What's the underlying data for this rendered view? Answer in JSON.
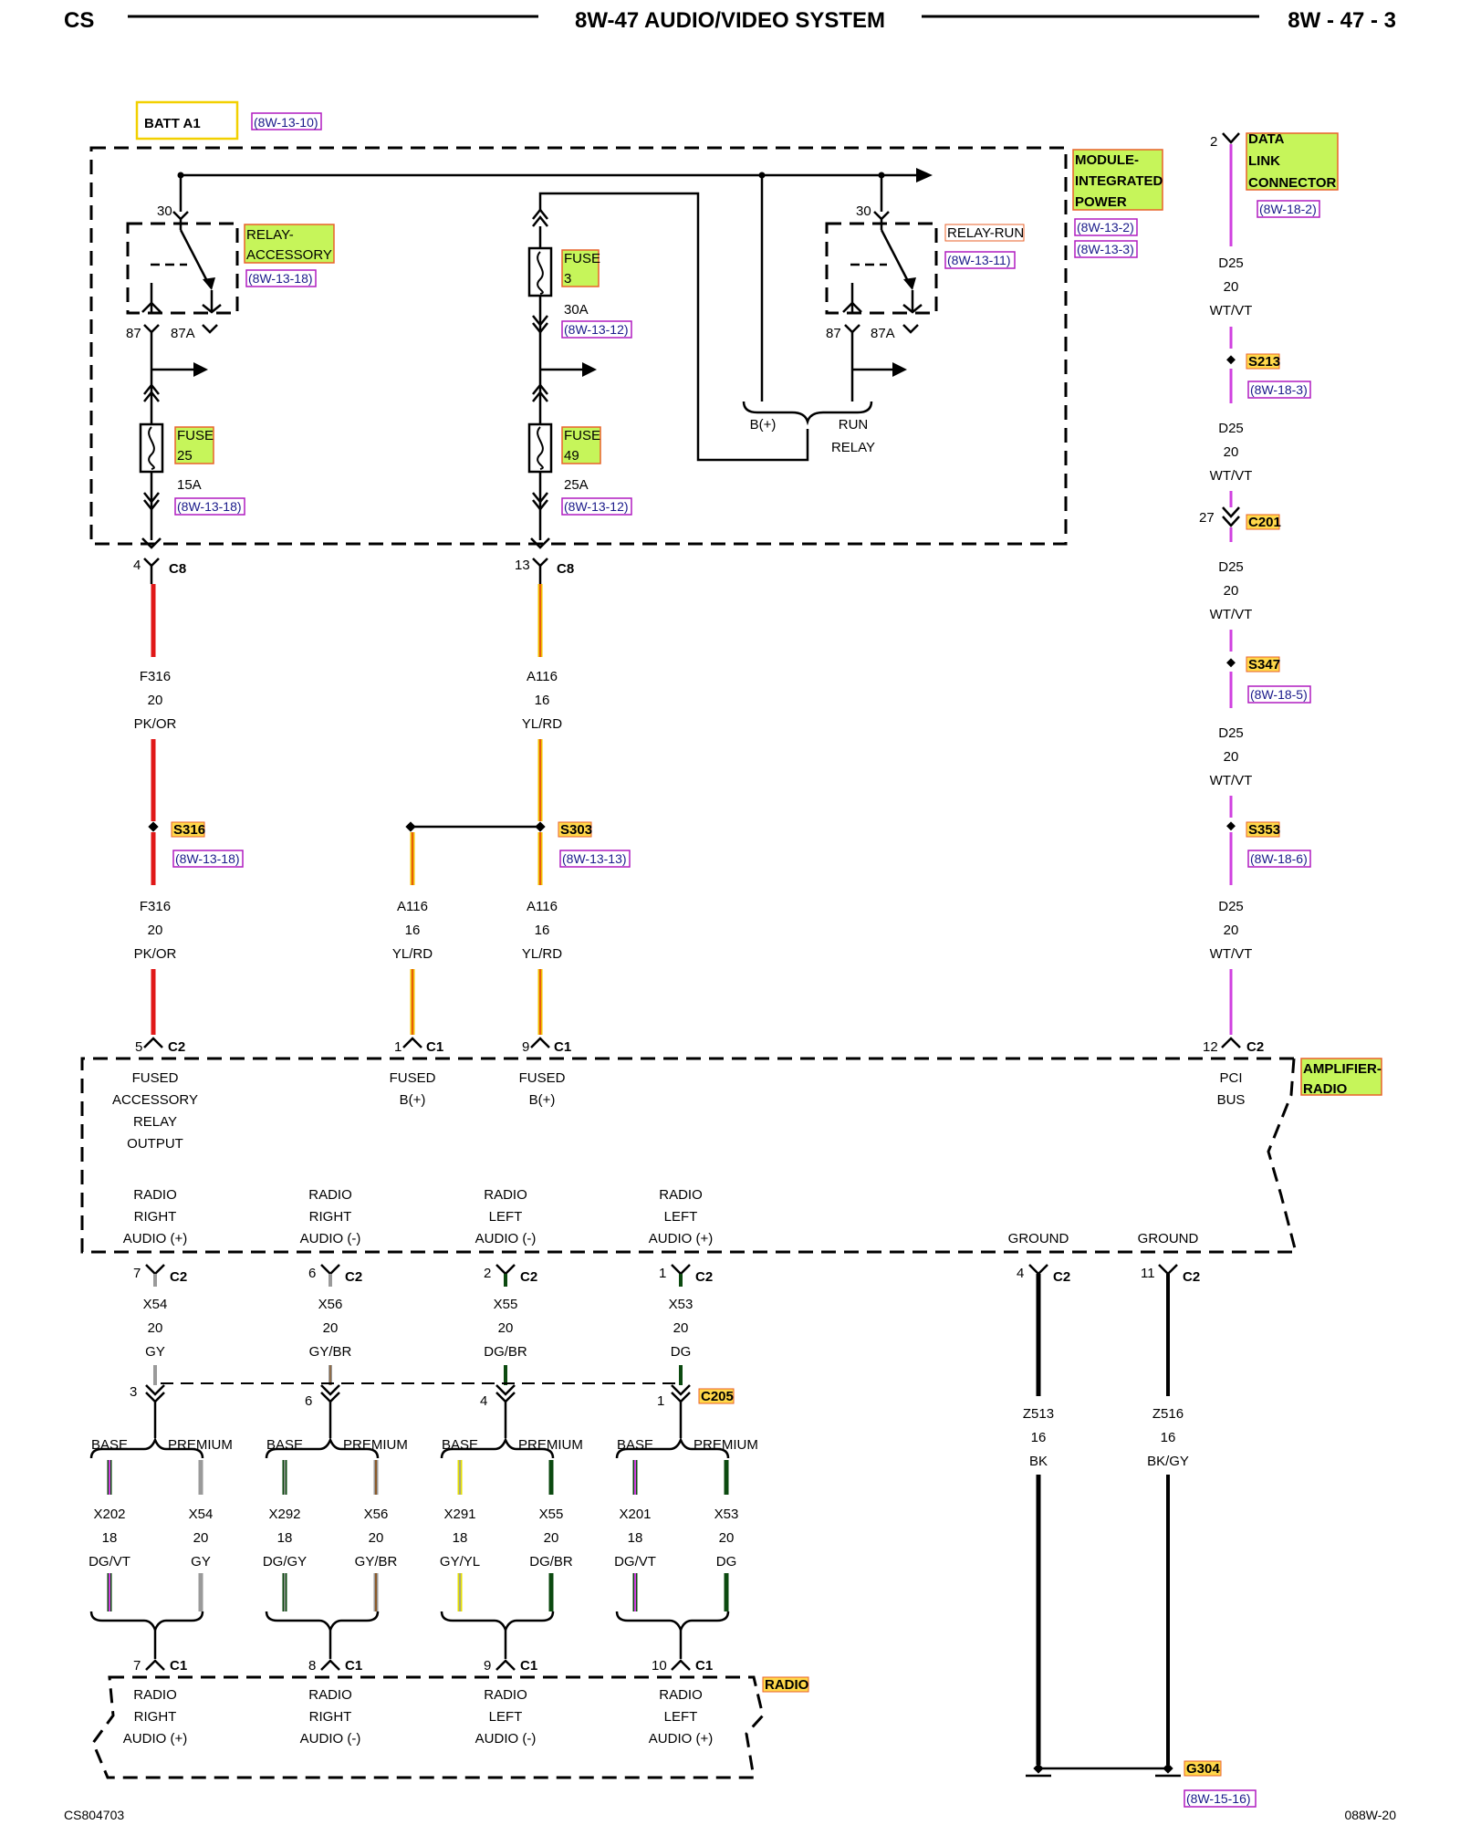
{
  "header": {
    "left": "CS",
    "title": "8W-47 AUDIO/VIDEO SYSTEM",
    "page": "8W - 47 - 3"
  },
  "footer": {
    "left": "CS804703",
    "right": "088W-20"
  },
  "top": {
    "batt_label": "BATT A1",
    "batt_ref": "(8W-13-10)",
    "module_label": [
      "MODULE-",
      "INTEGRATED",
      "POWER"
    ],
    "module_refs": [
      "(8W-13-2)",
      "(8W-13-3)"
    ]
  },
  "relay_accessory": {
    "label": [
      "RELAY-",
      "ACCESSORY"
    ],
    "ref": "(8W-13-18)",
    "pin_top": "30",
    "pin_87": "87",
    "pin_87a": "87A"
  },
  "relay_run": {
    "label": "RELAY-RUN",
    "ref": "(8W-13-11)",
    "pin_top": "30",
    "pin_87": "87",
    "pin_87a": "87A"
  },
  "fuse3": {
    "label": [
      "FUSE",
      "3"
    ],
    "amps": "30A",
    "ref": "(8W-13-12)"
  },
  "fuse25": {
    "label": [
      "FUSE",
      "25"
    ],
    "amps": "15A",
    "ref": "(8W-13-18)"
  },
  "fuse49": {
    "label": [
      "FUSE",
      "49"
    ],
    "amps": "25A",
    "ref": "(8W-13-12)"
  },
  "run_relay_note": {
    "bplus": "B(+)",
    "run": "RUN",
    "relay": "RELAY"
  },
  "dlc": {
    "pin": "2",
    "label": [
      "DATA",
      "LINK",
      "CONNECTOR"
    ],
    "ref": "(8W-18-2)"
  },
  "right_column": {
    "wire": [
      "D25",
      "20",
      "WT/VT"
    ],
    "s213": "S213",
    "s213_ref": "(8W-18-3)",
    "c201_pin": "27",
    "c201": "C201",
    "s347": "S347",
    "s347_ref": "(8W-18-5)",
    "s353": "S353",
    "s353_ref": "(8W-18-6)"
  },
  "c8": {
    "left_pin": "4",
    "right_pin": "13",
    "name": "C8",
    "left_wire": [
      "F316",
      "20",
      "PK/OR"
    ],
    "right_wire": [
      "A116",
      "16",
      "YL/RD"
    ]
  },
  "splices": {
    "s316": "S316",
    "s316_ref": "(8W-13-18)",
    "s303": "S303",
    "s303_ref": "(8W-13-13)"
  },
  "amp": {
    "label": [
      "AMPLIFIER-",
      "RADIO"
    ],
    "pins": [
      {
        "pin": "5",
        "conn": "C2",
        "text": [
          "FUSED",
          "ACCESSORY",
          "RELAY",
          "OUTPUT"
        ]
      },
      {
        "pin": "1",
        "conn": "C1",
        "text": [
          "FUSED",
          "B(+)"
        ]
      },
      {
        "pin": "9",
        "conn": "C1",
        "text": [
          "FUSED",
          "B(+)"
        ]
      },
      {
        "pin": "12",
        "conn": "C2",
        "text": [
          "PCI",
          "BUS"
        ]
      }
    ],
    "outputs": [
      {
        "text": [
          "RADIO",
          "RIGHT",
          "AUDIO (+)"
        ],
        "pin": "7",
        "conn": "C2",
        "wire": [
          "X54",
          "20",
          "GY"
        ],
        "c205_pin": "3"
      },
      {
        "text": [
          "RADIO",
          "RIGHT",
          "AUDIO (-)"
        ],
        "pin": "6",
        "conn": "C2",
        "wire": [
          "X56",
          "20",
          "GY/BR"
        ],
        "c205_pin": "6"
      },
      {
        "text": [
          "RADIO",
          "LEFT",
          "AUDIO (-)"
        ],
        "pin": "2",
        "conn": "C2",
        "wire": [
          "X55",
          "20",
          "DG/BR"
        ],
        "c205_pin": "4"
      },
      {
        "text": [
          "RADIO",
          "LEFT",
          "AUDIO (+)"
        ],
        "pin": "1",
        "conn": "C2",
        "wire": [
          "X53",
          "20",
          "DG"
        ],
        "c205_pin": "1"
      }
    ],
    "grounds": [
      {
        "text": "GROUND",
        "pin": "4",
        "conn": "C2",
        "wire": [
          "Z513",
          "16",
          "BK"
        ]
      },
      {
        "text": "GROUND",
        "pin": "11",
        "conn": "C2",
        "wire": [
          "Z516",
          "16",
          "BK/GY"
        ]
      }
    ]
  },
  "c205": "C205",
  "options": {
    "base": "BASE",
    "premium": "PREMIUM"
  },
  "branches": [
    {
      "base": [
        "X202",
        "18",
        "DG/VT"
      ],
      "premium": [
        "X54",
        "20",
        "GY"
      ]
    },
    {
      "base": [
        "X292",
        "18",
        "DG/GY"
      ],
      "premium": [
        "X56",
        "20",
        "GY/BR"
      ]
    },
    {
      "base": [
        "X291",
        "18",
        "GY/YL"
      ],
      "premium": [
        "X55",
        "20",
        "DG/BR"
      ]
    },
    {
      "base": [
        "X201",
        "18",
        "DG/VT"
      ],
      "premium": [
        "X53",
        "20",
        "DG"
      ]
    }
  ],
  "radio": {
    "label": "RADIO",
    "pins": [
      {
        "pin": "7",
        "conn": "C1",
        "text": [
          "RADIO",
          "RIGHT",
          "AUDIO (+)"
        ]
      },
      {
        "pin": "8",
        "conn": "C1",
        "text": [
          "RADIO",
          "RIGHT",
          "AUDIO (-)"
        ]
      },
      {
        "pin": "9",
        "conn": "C1",
        "text": [
          "RADIO",
          "LEFT",
          "AUDIO (-)"
        ]
      },
      {
        "pin": "10",
        "conn": "C1",
        "text": [
          "RADIO",
          "LEFT",
          "AUDIO (+)"
        ]
      }
    ]
  },
  "g304": {
    "label": "G304",
    "ref": "(8W-15-16)"
  },
  "colors": {
    "pk_or": "#e01818",
    "yl_rd": "#f2c200",
    "wt_vt": "#d040e0",
    "gy": "#9a9a9a",
    "br": "#8a5a2a",
    "dg": "#0c4a10",
    "vt": "#d040e0",
    "yl": "#e6e000",
    "bk": "#000000"
  }
}
